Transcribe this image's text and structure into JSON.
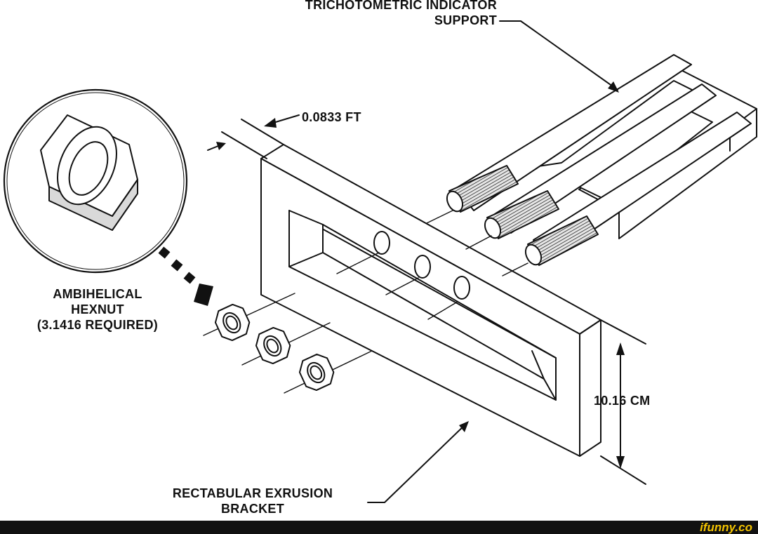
{
  "labels": {
    "support_line1": "TRICHOTOMETRIC INDICATOR",
    "support_line2": "SUPPORT",
    "dim_thickness": "0.0833 FT",
    "hexnut_line1": "AMBIHELICAL",
    "hexnut_line2": "HEXNUT",
    "hexnut_line3": "(3.1416 REQUIRED)",
    "dim_height": "10.16 CM",
    "bracket_line1": "RECTABULAR EXRUSION",
    "bracket_line2": "BRACKET"
  },
  "watermark": {
    "text": "ifunny.co",
    "color": "#f2c200"
  },
  "colors": {
    "ink": "#111111",
    "fill": "#ffffff",
    "shade": "#d9d9d9",
    "bar": "#111111"
  }
}
